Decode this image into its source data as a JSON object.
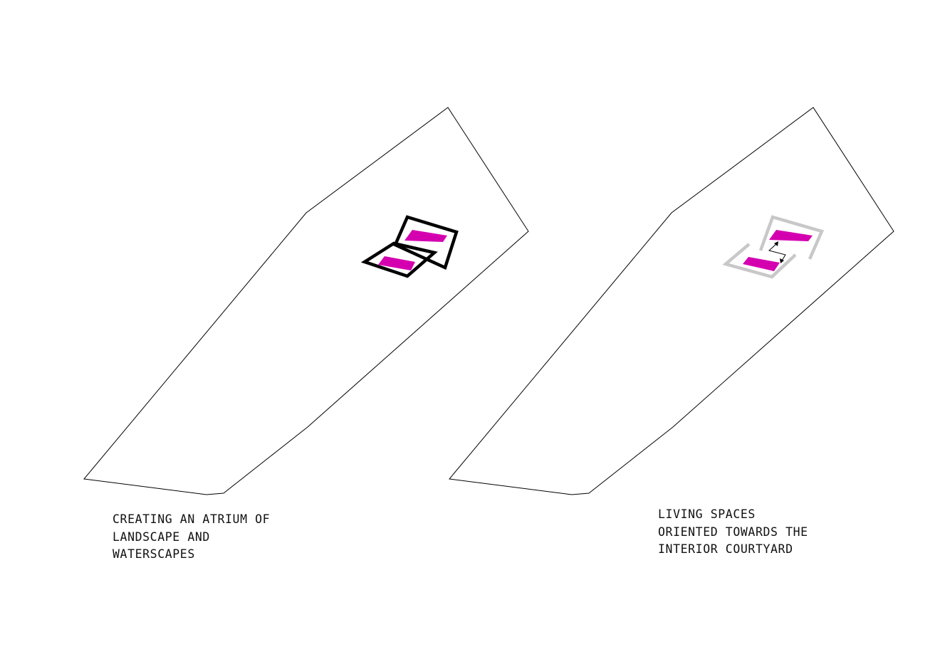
{
  "colors": {
    "background": "#ffffff",
    "site_outline": "#000000",
    "frame_atrium": "#000000",
    "frame_living": "#c8c8c8",
    "living_space_fill": "#d400b0",
    "caption_text": "#111111"
  },
  "panels": [
    {
      "name": "atrium-panel",
      "caption_lines": [
        "CREATING AN ATRIUM OF",
        "LANDSCAPE AND",
        "WATERSCAPES"
      ]
    },
    {
      "name": "interior-courtyard-panel",
      "caption_lines": [
        "LIVING SPACES",
        "ORIENTED TOWARDS THE",
        "INTERIOR COURTYARD"
      ]
    }
  ]
}
